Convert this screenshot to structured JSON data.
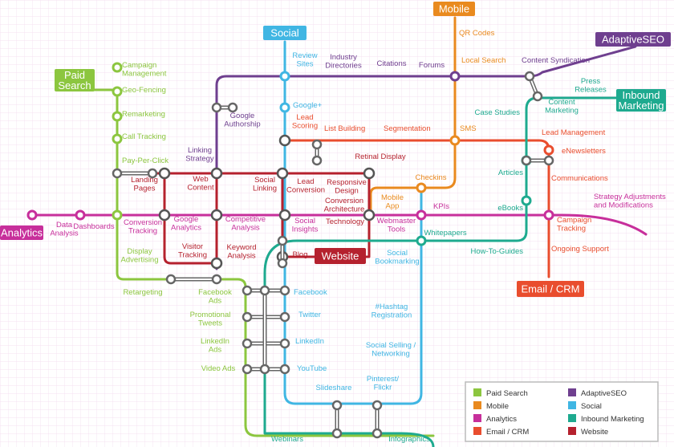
{
  "colors": {
    "paid": "#8cc63f",
    "mobile": "#e98a1f",
    "analytics": "#c72f9b",
    "email": "#e94d2e",
    "adaptive": "#6f3f8f",
    "social": "#40b6e3",
    "inbound": "#1eaa8f",
    "website": "#b5212e"
  },
  "line_tags": {
    "paid": "Paid\nSearch",
    "mobile": "Mobile",
    "social": "Social",
    "adaptive": "AdaptiveSEO",
    "inbound": "Inbound\nMarketing",
    "analytics": "Analytics",
    "email": "Email / CRM",
    "website": "Website"
  },
  "stations": [
    {
      "text": "Campaign\nManagement",
      "color": "paid"
    },
    {
      "text": "Geo-Fencing",
      "color": "paid"
    },
    {
      "text": "Remarketing",
      "color": "paid"
    },
    {
      "text": "Call Tracking",
      "color": "paid"
    },
    {
      "text": "Pay-Per-Click",
      "color": "paid"
    },
    {
      "text": "Landing\nPages",
      "color": "website"
    },
    {
      "text": "Conversion\nTracking",
      "color": "analytics"
    },
    {
      "text": "Display\nAdvertising",
      "color": "paid"
    },
    {
      "text": "Retargeting",
      "color": "paid"
    },
    {
      "text": "Data\nAnalysis",
      "color": "analytics"
    },
    {
      "text": "Dashboards",
      "color": "analytics"
    },
    {
      "text": "Google\nAnalytics",
      "color": "analytics"
    },
    {
      "text": "Visitor\nTracking",
      "color": "website"
    },
    {
      "text": "Web\nContent",
      "color": "website"
    },
    {
      "text": "Linking\nStrategy",
      "color": "adaptive"
    },
    {
      "text": "Google\nAuthorship",
      "color": "adaptive"
    },
    {
      "text": "Competitive\nAnalysis",
      "color": "analytics"
    },
    {
      "text": "Keyword\nAnalysis",
      "color": "website"
    },
    {
      "text": "Facebook\nAds",
      "color": "paid"
    },
    {
      "text": "Promotional\nTweets",
      "color": "paid"
    },
    {
      "text": "LinkedIn\nAds",
      "color": "paid"
    },
    {
      "text": "Video Ads",
      "color": "paid"
    },
    {
      "text": "Review\nSites",
      "color": "social"
    },
    {
      "text": "Industry\nDirectories",
      "color": "adaptive"
    },
    {
      "text": "Citations",
      "color": "adaptive"
    },
    {
      "text": "Forums",
      "color": "adaptive"
    },
    {
      "text": "Google+",
      "color": "social"
    },
    {
      "text": "Lead\nScoring",
      "color": "email"
    },
    {
      "text": "List Building",
      "color": "email"
    },
    {
      "text": "Segmentation",
      "color": "email"
    },
    {
      "text": "Social\nLinking",
      "color": "website"
    },
    {
      "text": "Lead\nConversion",
      "color": "website"
    },
    {
      "text": "Responsive\nDesign",
      "color": "website"
    },
    {
      "text": "Retinal Display",
      "color": "website"
    },
    {
      "text": "Conversion\nArchitecture",
      "color": "website"
    },
    {
      "text": "Social\nInsights",
      "color": "analytics"
    },
    {
      "text": "Technology",
      "color": "website"
    },
    {
      "text": "Blog",
      "color": "website"
    },
    {
      "text": "Facebook",
      "color": "social"
    },
    {
      "text": "Twitter",
      "color": "social"
    },
    {
      "text": "LinkedIn",
      "color": "social"
    },
    {
      "text": "YouTube",
      "color": "social"
    },
    {
      "text": "Slideshare",
      "color": "social"
    },
    {
      "text": "Webinars",
      "color": "inbound"
    },
    {
      "text": "Pinterest/\nFlickr",
      "color": "social"
    },
    {
      "text": "Infographics",
      "color": "inbound"
    },
    {
      "text": "QR Codes",
      "color": "mobile"
    },
    {
      "text": "Local Search",
      "color": "mobile"
    },
    {
      "text": "SMS",
      "color": "mobile"
    },
    {
      "text": "Checkins",
      "color": "mobile"
    },
    {
      "text": "Mobile\nApp",
      "color": "mobile"
    },
    {
      "text": "Webmaster\nTools",
      "color": "analytics"
    },
    {
      "text": "KPIs",
      "color": "analytics"
    },
    {
      "text": "Whitepapers",
      "color": "inbound"
    },
    {
      "text": "Social\nBookmarking",
      "color": "social"
    },
    {
      "text": "#Hashtag\nRegistration",
      "color": "social"
    },
    {
      "text": "Social Selling /\nNetworking",
      "color": "social"
    },
    {
      "text": "Content Syndication",
      "color": "adaptive"
    },
    {
      "text": "Press\nReleases",
      "color": "inbound"
    },
    {
      "text": "Content\nMarketing",
      "color": "inbound"
    },
    {
      "text": "Case Studies",
      "color": "inbound"
    },
    {
      "text": "Lead Management",
      "color": "email"
    },
    {
      "text": "eNewsletters",
      "color": "email"
    },
    {
      "text": "Articles",
      "color": "inbound"
    },
    {
      "text": "Communications",
      "color": "email"
    },
    {
      "text": "eBooks",
      "color": "inbound"
    },
    {
      "text": "Strategy Adjustments\nand Modifications",
      "color": "analytics"
    },
    {
      "text": "Campaign\nTracking",
      "color": "email"
    },
    {
      "text": "How-To-Guides",
      "color": "inbound"
    },
    {
      "text": "Ongoing Support",
      "color": "email"
    }
  ],
  "legend": [
    {
      "label": "Paid Search",
      "color": "paid"
    },
    {
      "label": "AdaptiveSEO",
      "color": "adaptive"
    },
    {
      "label": "Mobile",
      "color": "mobile"
    },
    {
      "label": "Social",
      "color": "social"
    },
    {
      "label": "Analytics",
      "color": "analytics"
    },
    {
      "label": "Inbound Marketing",
      "color": "inbound"
    },
    {
      "label": "Email / CRM",
      "color": "email"
    },
    {
      "label": "Website",
      "color": "website"
    }
  ]
}
